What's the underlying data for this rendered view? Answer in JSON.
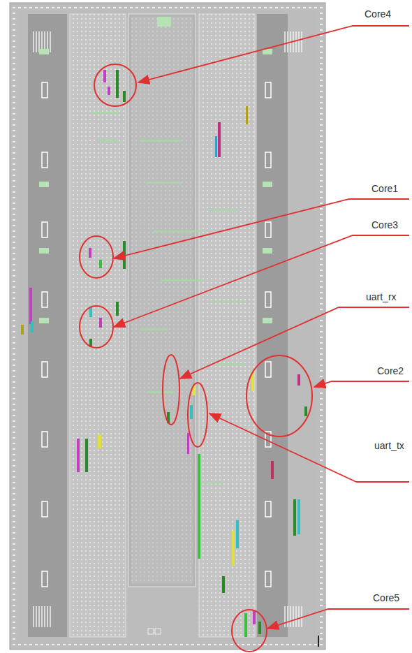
{
  "diagram": {
    "labels": [
      "Core4",
      "Core1",
      "Core3",
      "uart_rx",
      "Core2",
      "uart_tx",
      "Core5"
    ]
  }
}
